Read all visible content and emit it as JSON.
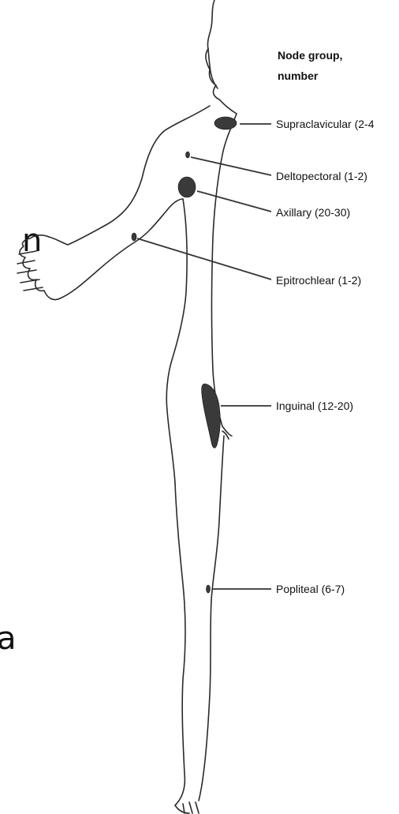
{
  "header": {
    "line1": "Node group,",
    "line2": "number"
  },
  "labels": {
    "supraclavicular": "Supraclavicular (2-4",
    "deltopectoral": "Deltopectoral (1-2)",
    "axillary": "Axillary (20-30)",
    "epitrochlear": "Epitrochlear (1-2)",
    "inguinal": "Inguinal (12-20)",
    "popliteal": "Popliteal (6-7)"
  },
  "cropped_fragments": {
    "left_top": "n",
    "left_bottom": "a"
  }
}
